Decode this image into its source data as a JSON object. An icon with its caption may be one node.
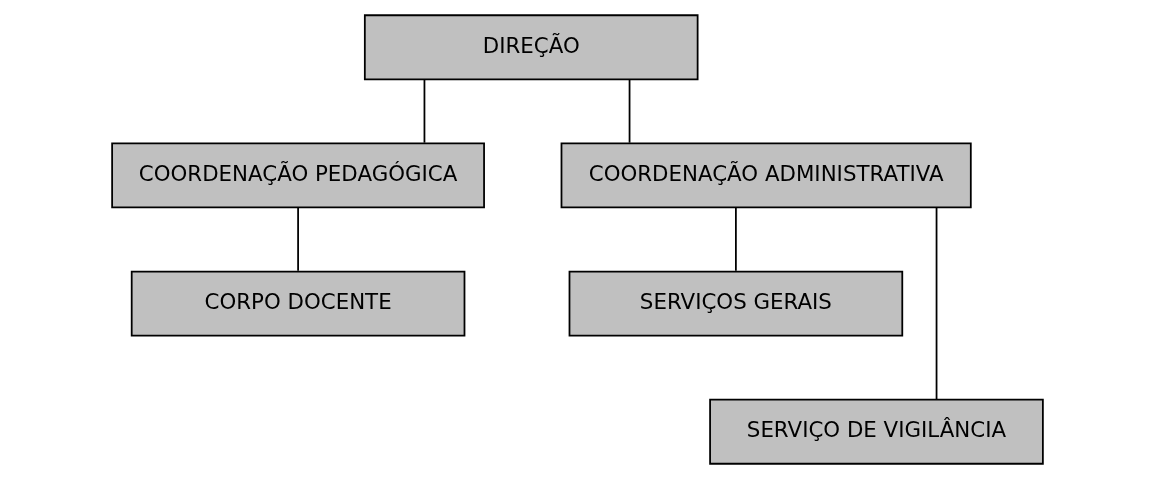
{
  "diagram": {
    "nodes": [
      {
        "text": [
          "DIREÇÃO"
        ]
      },
      {
        "text": [
          "COORDENAÇÃO PEDAGÓGICA"
        ]
      },
      {
        "text": [
          "COORDENAÇÃO ADMINISTRATIVA"
        ]
      },
      {
        "text": [
          "CORPO DOCENTE"
        ]
      },
      {
        "text": [
          "SERVIÇOS GERAIS"
        ]
      },
      {
        "text": [
          "SERVIÇO DE VIGILÂNCIA"
        ]
      }
    ],
    "edges": [
      {
        "from": 0,
        "to": 1,
        "arrow": "none"
      },
      {
        "from": 0,
        "to": 2,
        "arrow": "none"
      },
      {
        "from": 1,
        "to": 3,
        "arrow": "none"
      },
      {
        "from": 2,
        "to": 4,
        "arrow": "none"
      },
      {
        "from": 2,
        "to": 5,
        "arrow": "none"
      }
    ]
  }
}
